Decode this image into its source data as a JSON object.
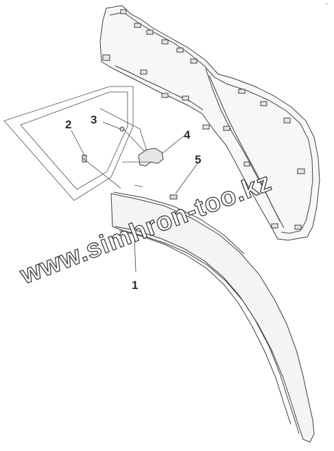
{
  "diagram": {
    "callouts": [
      {
        "id": "1",
        "label": "1"
      },
      {
        "id": "2",
        "label": "2"
      },
      {
        "id": "3",
        "label": "3"
      },
      {
        "id": "4",
        "label": "4"
      },
      {
        "id": "5",
        "label": "5"
      }
    ],
    "watermark": "www.simhron-too.kz",
    "corner_mark": "~"
  },
  "colors": {
    "line": "#3c3c3c",
    "light_line": "#8a8a8a",
    "fill_light": "#f4f4f4",
    "fill_part": "#e6e6e6",
    "background": "#ffffff"
  },
  "icons": {
    "clip": "clip-icon",
    "screw": "screw-icon",
    "nut": "nut-icon",
    "bracket": "bracket-icon"
  }
}
